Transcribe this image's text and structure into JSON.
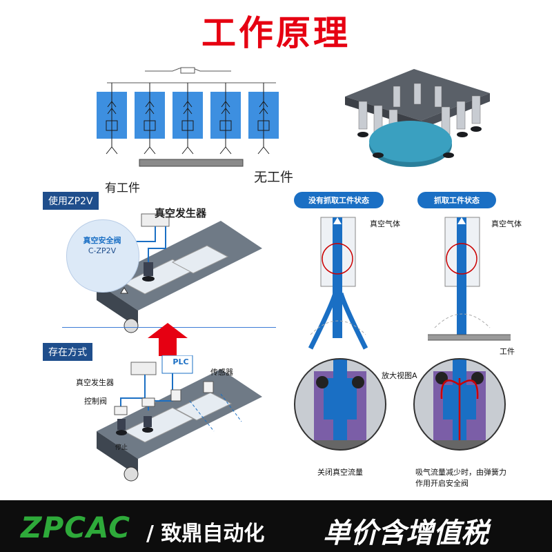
{
  "title": "工作原理",
  "diagram_top": {
    "label_with_workpiece": "有工件",
    "label_without_workpiece": "无工件"
  },
  "panel_use": {
    "tag": "使用ZP2V",
    "valve_name": "真空安全阀",
    "valve_model": "C-ZP2V",
    "generator_label": "真空发生器"
  },
  "panel_existing": {
    "tag": "存在方式",
    "plc_label": "PLC",
    "sensor_label": "传感器",
    "generator_label": "真空发生器",
    "control_valve_label": "控制阀",
    "stop_label": "停止"
  },
  "states": {
    "not_gripping": "没有抓取工件状态",
    "gripping": "抓取工件状态",
    "vacuum_gas_left": "真空气体",
    "vacuum_gas_right": "真空气体",
    "workpiece": "工件",
    "magnified_view": "放大视图A",
    "caption_left": "关闭真空流量",
    "caption_right_line1": "吸气流量减少时，由弹簧力",
    "caption_right_line2": "作用开启安全阀"
  },
  "footer": {
    "brand": "ZPCAC",
    "brand_cn": "/ 致鼎自动化",
    "tax_note": "单价含增值税"
  },
  "colors": {
    "title_red": "#e60012",
    "label_blue": "#1f4e8c",
    "flow_blue": "#1a6fc4",
    "brand_green": "#2eaa3a",
    "footer_black": "#0d0d0d"
  }
}
